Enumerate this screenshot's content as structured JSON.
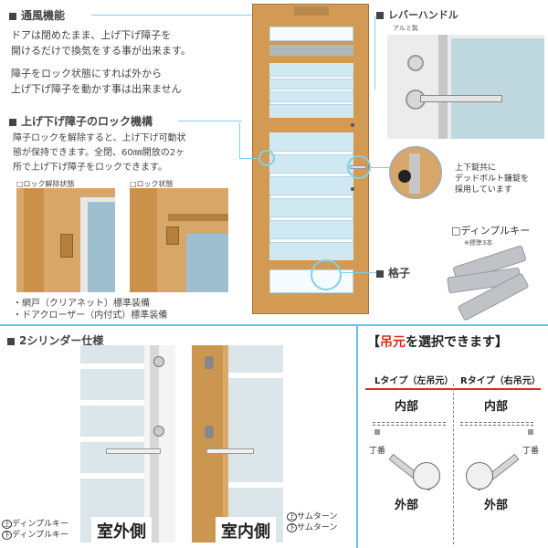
{
  "top_left": {
    "ventilation_title": "通風機能",
    "ventilation_text_1": "ドアは閉めたまま、上げ下げ障子を",
    "ventilation_text_2": "開けるだけで換気をする事が出来ます。",
    "ventilation_text_3": "障子をロック状態にすれば外から",
    "ventilation_text_4": "上げ下げ障子を動かす事は出来ません",
    "lock_title": "上げ下げ障子のロック機構",
    "lock_text_1": "障子ロックを解除すると、上げ下げ可動状",
    "lock_text_2": "態が保持できます。全閉、60㎜開放の2ヶ",
    "lock_text_3": "所で上げ下げ障子をロックできます。",
    "img1_caption": "□ロック解除状態",
    "img2_caption": "□ロック状態",
    "note_1": "・網戸（クリアネット）標準装備",
    "note_2": "・ドアクローザー（内付式）標準装備"
  },
  "top_right": {
    "lever_title": "レバーハンドル",
    "lever_material": "アルミ製",
    "lock_info_1": "上下錠共に",
    "lock_info_2": "デッドボルト鎌錠を",
    "lock_info_3": "採用しています",
    "dimple_key_label": "□ディンプルキー",
    "dimple_key_note": "※標準3本",
    "lattice_label": "格子"
  },
  "bottom_left": {
    "title": "2シリンダー仕様",
    "exterior_label": "室外側",
    "interior_label": "室内側",
    "outside_upper": "ディンプルキー",
    "outside_lower": "ディンプルキー",
    "inside_upper": "サムターン",
    "inside_lower": "サムターン",
    "upper_mark": "上",
    "lower_mark": "下"
  },
  "bottom_right": {
    "title_prefix": "【",
    "title_highlight": "吊元",
    "title_suffix": "を選択できます】",
    "l_type": "Lタイプ（左吊元）",
    "r_type": "Rタイプ（右吊元）",
    "inside_left": "内部",
    "inside_right": "内部",
    "outside_left": "外部",
    "outside_right": "外部",
    "hinge_left": "丁番",
    "hinge_right": "丁番"
  }
}
